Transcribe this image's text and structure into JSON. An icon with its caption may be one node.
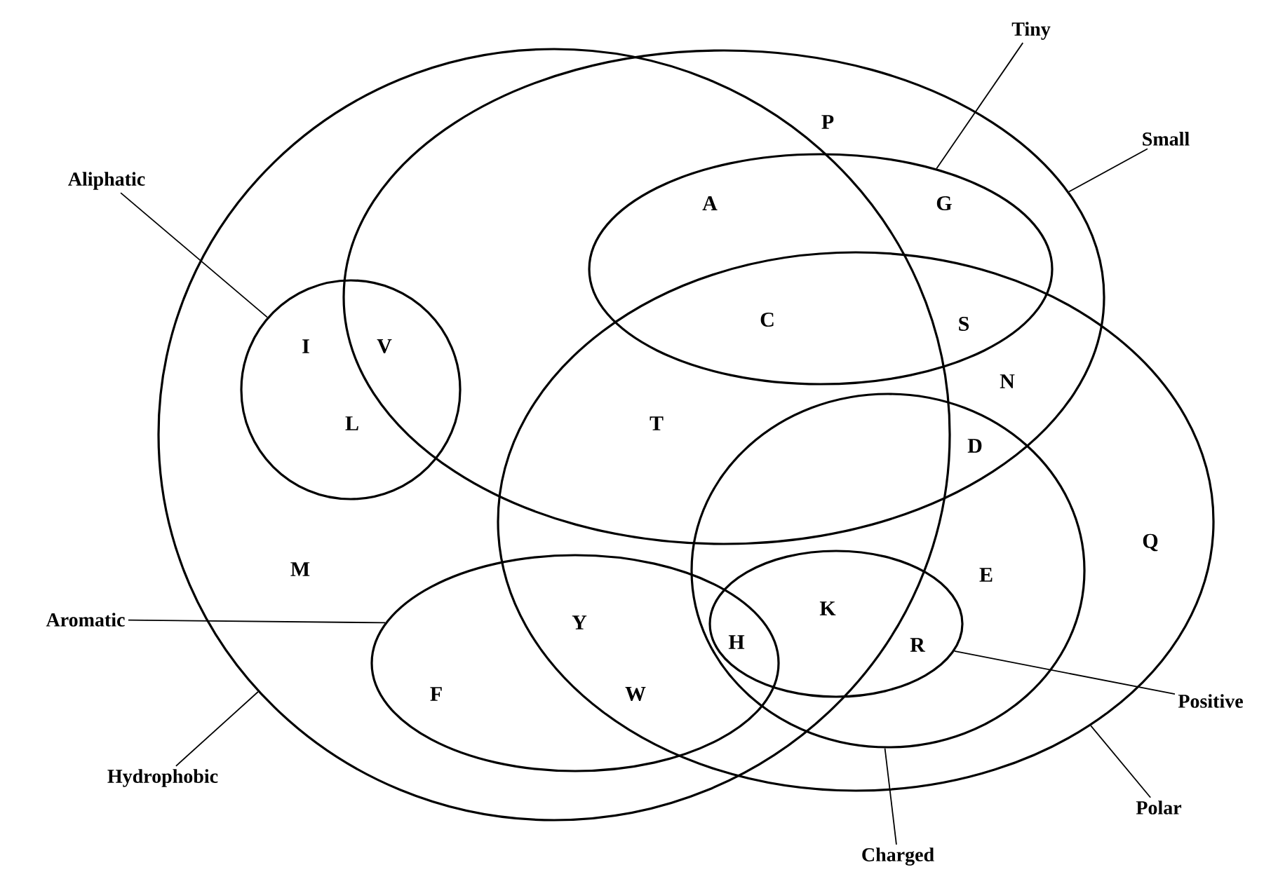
{
  "diagram": {
    "nodes": [
      {
        "text": [],
        "shape": "ellipse"
      },
      {
        "text": [],
        "shape": "ellipse"
      },
      {
        "text": [],
        "shape": "ellipse",
        "in": 1
      },
      {
        "text": [],
        "shape": "ellipse"
      },
      {
        "text": [],
        "shape": "ellipse",
        "in": 3
      },
      {
        "text": [],
        "shape": "ellipse"
      },
      {
        "text": [],
        "shape": "circle",
        "in": 0
      },
      {
        "text": [],
        "shape": "ellipse",
        "in": 0
      },
      {
        "text": [
          "Hydrophobic"
        ]
      },
      {
        "text": [
          "Small"
        ]
      },
      {
        "text": [
          "Tiny"
        ]
      },
      {
        "text": [
          "Polar"
        ]
      },
      {
        "text": [
          "Charged"
        ]
      },
      {
        "text": [
          "Positive"
        ]
      },
      {
        "text": [
          "Aliphatic"
        ]
      },
      {
        "text": [
          "Aromatic"
        ]
      }
    ],
    "edges": [
      {
        "from": 8,
        "to": 0,
        "arrow": "none"
      },
      {
        "from": 9,
        "to": 1,
        "arrow": "none"
      },
      {
        "from": 10,
        "to": 2,
        "arrow": "none"
      },
      {
        "from": 11,
        "to": 3,
        "arrow": "none"
      },
      {
        "from": 12,
        "to": 4,
        "arrow": "none"
      },
      {
        "from": 13,
        "to": 5,
        "arrow": "none"
      },
      {
        "from": 14,
        "to": 6,
        "arrow": "none"
      },
      {
        "from": 15,
        "to": 7,
        "arrow": "none"
      }
    ],
    "labels": [
      "P",
      "A",
      "G",
      "C",
      "S",
      "I",
      "V",
      "L",
      "N",
      "T",
      "D",
      "M",
      "Q",
      "E",
      "Y",
      "K",
      "H",
      "R",
      "F",
      "W"
    ]
  }
}
